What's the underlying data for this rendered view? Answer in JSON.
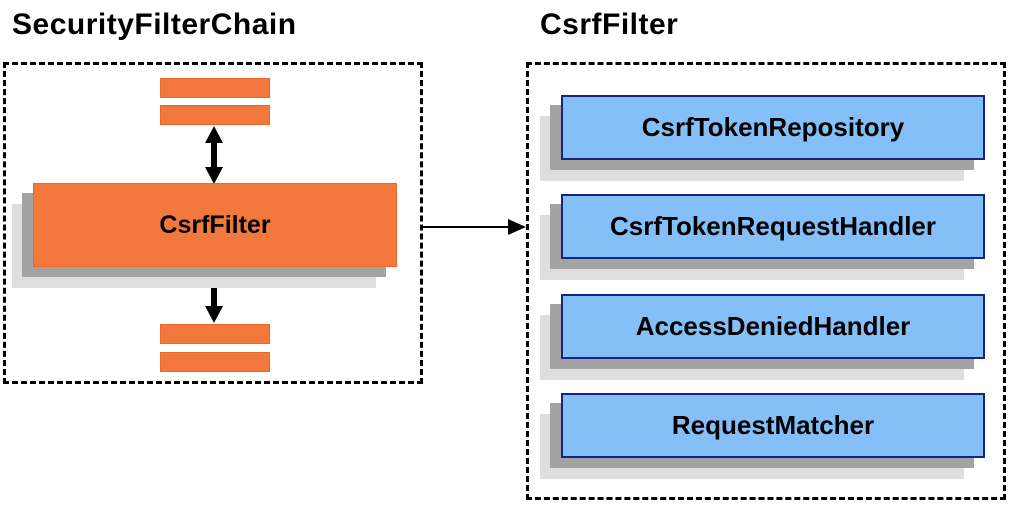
{
  "left_panel": {
    "title": "SecurityFilterChain",
    "csrf_filter_label": "CsrfFilter"
  },
  "right_panel": {
    "title": "CsrfFilter",
    "components": [
      {
        "label": "CsrfTokenRepository"
      },
      {
        "label": "CsrfTokenRequestHandler"
      },
      {
        "label": "AccessDeniedHandler"
      },
      {
        "label": "RequestMatcher"
      }
    ]
  },
  "icons": {
    "vertical_arrows": "bidirectional-arrow-icon",
    "flow_arrow": "right-arrow-icon"
  },
  "colors": {
    "orange": "#F2793B",
    "blue_fill": "#85BFF7",
    "blue_border": "#142583",
    "shadow_dark": "#A3A3A3",
    "shadow_light": "#DEDEDE",
    "outline": "#000000"
  }
}
